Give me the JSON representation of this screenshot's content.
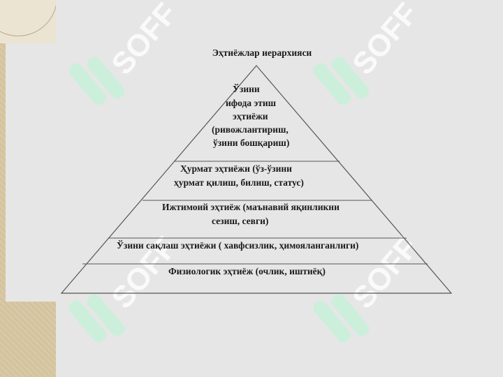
{
  "title": "Эҳтиёжлар иерархияси",
  "watermark": {
    "text": "SOFF",
    "color": "#c8f0d8"
  },
  "levels": [
    {
      "lines": [
        "Ўзини",
        "ифода этиш",
        "эҳтиёжи",
        "(ривожлантириш,",
        "ўзини бошқариш)"
      ]
    },
    {
      "lines": [
        "Ҳурмат эҳтиёжи (ўз-ўзини",
        "ҳурмат қилиш, билиш, статус)"
      ]
    },
    {
      "lines": [
        "Ижтимоий эҳтиёж (маънавий яқинликни",
        "сезиш, севги)"
      ]
    },
    {
      "lines": [
        "Ўзини сақлаш эҳтиёжи ( хавфсизлик, ҳимояланганлиги)"
      ]
    },
    {
      "lines": [
        "Физиологик эҳтиёж  (очлик, иштиёқ)"
      ]
    }
  ]
}
